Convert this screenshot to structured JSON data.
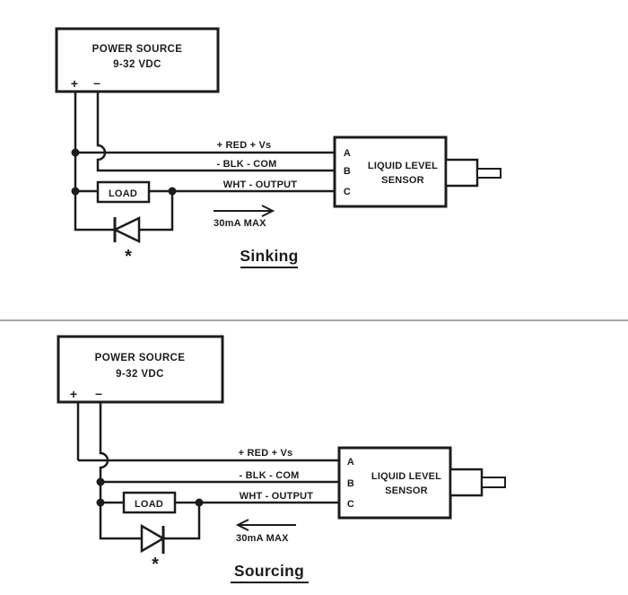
{
  "page": {
    "background": "#ffffff",
    "ink_color": "#1c1c1c",
    "separator_color": "#a6a6a6"
  },
  "diagrams": [
    {
      "title": "Sinking",
      "power_source": {
        "name": "POWER SOURCE",
        "voltage": "9-32 VDC",
        "plus_terminal": "+",
        "minus_terminal": "–"
      },
      "wire_labels": {
        "red": "+ RED + Vs",
        "black": "- BLK - COM",
        "white": "WHT - OUTPUT"
      },
      "load_label": "LOAD",
      "diode_marker": "*",
      "current_note": "30mA MAX",
      "arrow_direction": "right",
      "sensor": {
        "terminal_a": "A",
        "terminal_b": "B",
        "terminal_c": "C",
        "label_line1": "LIQUID LEVEL",
        "label_line2": "SENSOR"
      }
    },
    {
      "title": "Sourcing",
      "power_source": {
        "name": "POWER SOURCE",
        "voltage": "9-32 VDC",
        "plus_terminal": "+",
        "minus_terminal": "–"
      },
      "wire_labels": {
        "red": "+ RED + Vs",
        "black": "- BLK - COM",
        "white": "WHT - OUTPUT"
      },
      "load_label": "LOAD",
      "diode_marker": "*",
      "current_note": "30mA MAX",
      "arrow_direction": "left",
      "sensor": {
        "terminal_a": "A",
        "terminal_b": "B",
        "terminal_c": "C",
        "label_line1": "LIQUID LEVEL",
        "label_line2": "SENSOR"
      }
    }
  ]
}
